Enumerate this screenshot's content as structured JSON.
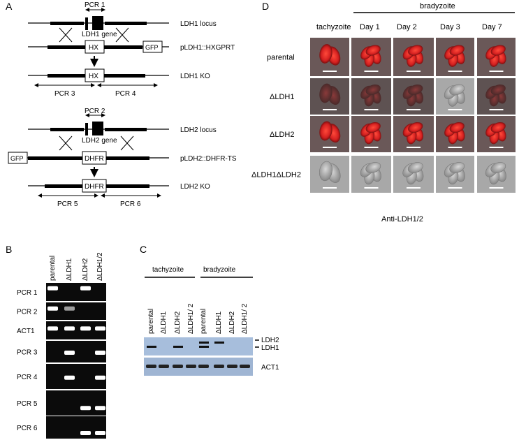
{
  "panel_labels": {
    "a": "A",
    "b": "B",
    "c": "C",
    "d": "D"
  },
  "panel_a": {
    "pcr1": "PCR 1",
    "ldh1_gene": "LDH1 gene",
    "hx": "HX",
    "gfp": "GFP",
    "ldh1_locus": "LDH1 locus",
    "pldh1_construct": "pLDH1::HXGPRT",
    "ldh1_ko": "LDH1 KO",
    "pcr3": "PCR 3",
    "pcr4": "PCR 4",
    "pcr2": "PCR 2",
    "ldh2_gene": "LDH2 gene",
    "dhfr": "DHFR",
    "ldh2_locus": "LDH2 locus",
    "pldh2_construct": "pLDH2::DHFR-TS",
    "ldh2_ko": "LDH2 KO",
    "pcr5": "PCR 5",
    "pcr6": "PCR 6"
  },
  "panel_b": {
    "lanes": [
      "parental",
      "ΔLDH1",
      "ΔLDH2",
      "ΔLDH1/2"
    ],
    "rows": [
      "PCR 1",
      "PCR 2",
      "ACT1",
      "PCR 3",
      "PCR 4",
      "PCR 5",
      "PCR 6"
    ]
  },
  "panel_c": {
    "group_tachy": "tachyzoite",
    "group_brady": "bradyzoite",
    "lanes": [
      "parental",
      "ΔLDH1",
      "ΔLDH2",
      "ΔLDH1/ 2",
      "parental",
      "ΔLDH1",
      "ΔLDH2",
      "ΔLDH1/ 2"
    ],
    "ldh2_label": "LDH2",
    "ldh1_label": "LDH1",
    "act1_label": "ACT1"
  },
  "panel_d": {
    "bradyzoite_header": "bradyzoite",
    "columns": [
      "tachyzoite",
      "Day 1",
      "Day 2",
      "Day 3",
      "Day 7"
    ],
    "rows": [
      "parental",
      "ΔLDH1",
      "ΔLDH2",
      "ΔLDH1ΔLDH2"
    ],
    "caption": "Anti-LDH1/2"
  },
  "colors": {
    "red_fluor": "#d42020",
    "gel_bg": "#0b0b0b",
    "blot_bg": "#9fb8d8",
    "dic_gray": "#9a9a9a"
  }
}
